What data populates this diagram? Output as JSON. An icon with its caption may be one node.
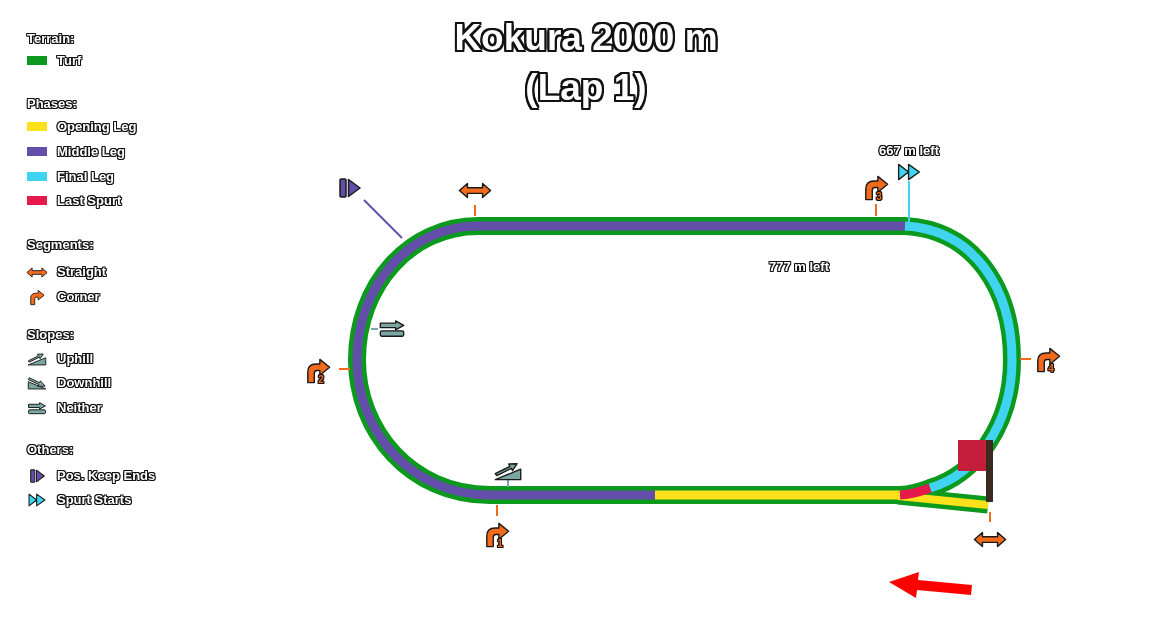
{
  "diagram": {
    "title": "Kokura 2000 m (Lap 1)",
    "labels": [
      "667 m left",
      "3",
      "777 m left",
      "2",
      "4",
      "1"
    ],
    "legend": [
      {
        "text": "Terrain:"
      },
      {
        "text": "Turf",
        "color": "#0b9a1e"
      },
      {
        "text": "Phases:"
      },
      {
        "text": "Opening Leg",
        "color": "#fde21b"
      },
      {
        "text": "Middle Leg",
        "color": "#634fa9"
      },
      {
        "text": "Final Leg",
        "color": "#40d4f0"
      },
      {
        "text": "Last Spurt",
        "color": "#e5194c"
      },
      {
        "text": "Segments:"
      },
      {
        "text": "Straight"
      },
      {
        "text": "Corner"
      },
      {
        "text": "Slopes:"
      },
      {
        "text": "Uphill"
      },
      {
        "text": "Downhill"
      },
      {
        "text": "Neither"
      },
      {
        "text": "Others:"
      },
      {
        "text": "Pos. Keep Ends"
      },
      {
        "text": "Spurt Starts"
      }
    ]
  }
}
